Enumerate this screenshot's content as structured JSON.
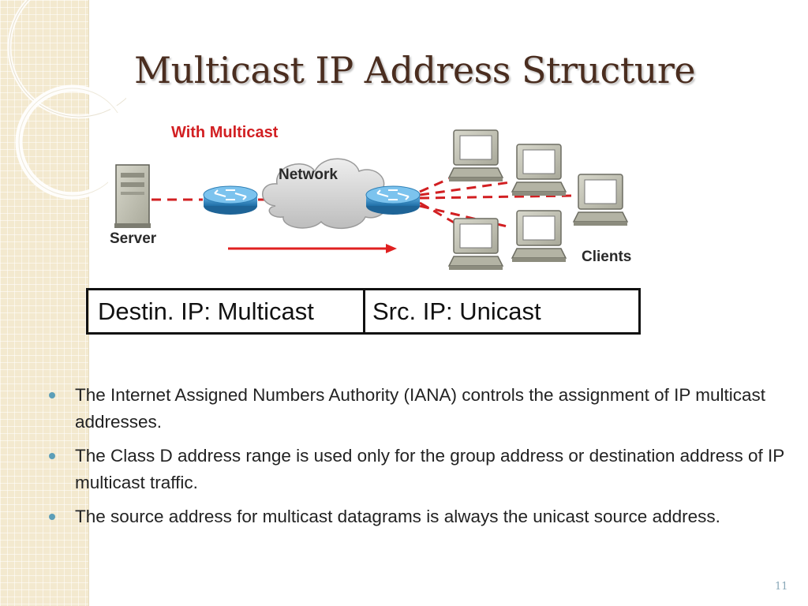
{
  "slide": {
    "title": "Multicast IP Address Structure",
    "page_number": "11"
  },
  "diagram": {
    "heading": "With Multicast",
    "network_label": "Network",
    "server_label": "Server",
    "clients_label": "Clients",
    "colors": {
      "heading": "#d21f22",
      "dashed_links": "#d21f22",
      "router": "#2f8fc9",
      "arrow": "#e02020"
    }
  },
  "ip_table": {
    "cells": [
      "Destin. IP: Multicast",
      "Src. IP: Unicast"
    ]
  },
  "bullets": [
    "The Internet Assigned Numbers Authority (IANA) controls the assignment of IP multicast addresses.",
    "The Class D address range is used only for the group address or destination address of IP multicast traffic.",
    "The source address for multicast datagrams is always the unicast source address."
  ],
  "theme": {
    "title_color": "#4a2d1f",
    "bullet_color": "#5c9eb8",
    "strip_color": "#f3e9cf"
  }
}
